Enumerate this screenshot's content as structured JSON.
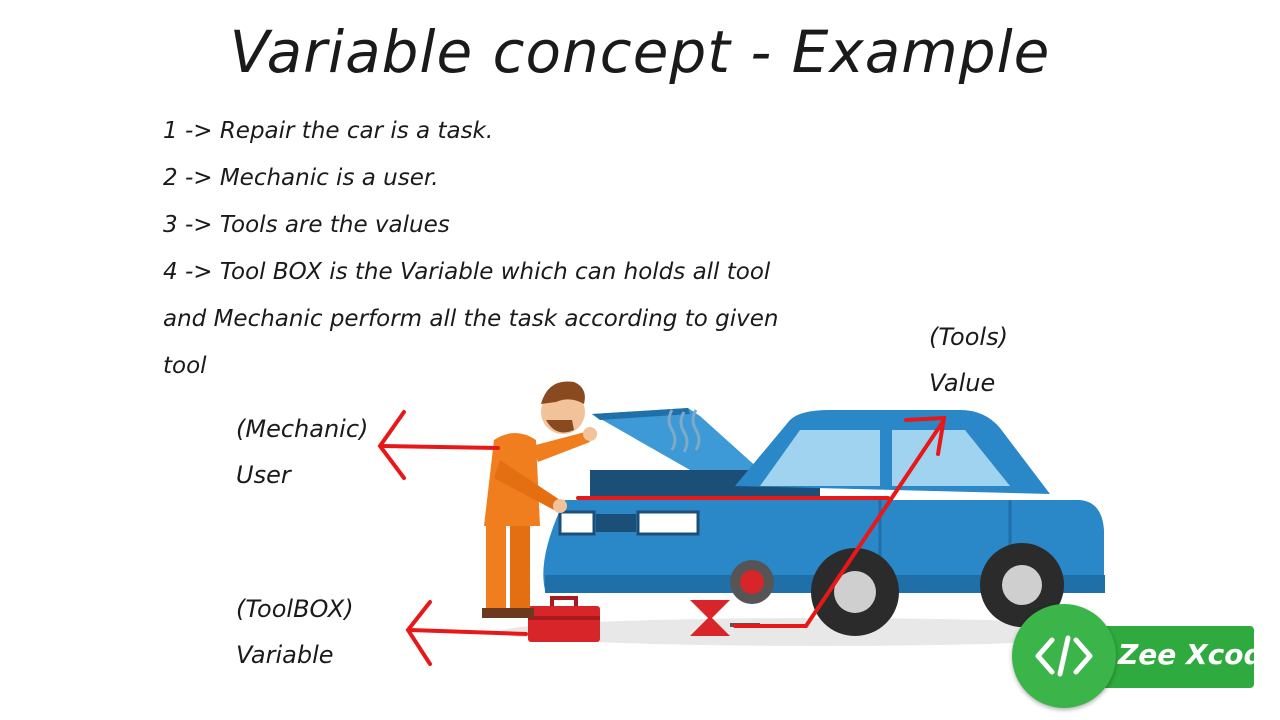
{
  "title": "Variable concept - Example",
  "points": [
    "1 -> Repair the car is a task.",
    "2 -> Mechanic is a user.",
    "3 -> Tools are the values",
    "4 -> Tool BOX is the Variable which can holds all tool",
    "and Mechanic perform all the task according to given",
    "tool"
  ],
  "labels": {
    "tools": {
      "role": "(Tools)",
      "concept": "Value"
    },
    "mechanic": {
      "role": "(Mechanic)",
      "concept": "User"
    },
    "toolbox": {
      "role": "(ToolBOX)",
      "concept": "Variable"
    }
  },
  "logo": {
    "text": "Zee Xcode",
    "icon": "code-brackets-icon"
  },
  "colors": {
    "arrow": "#e81818",
    "car": "#2a87c8",
    "mechanic": "#f07d1e",
    "toolbox": "#d8252a",
    "logo": "#3bb54a"
  }
}
